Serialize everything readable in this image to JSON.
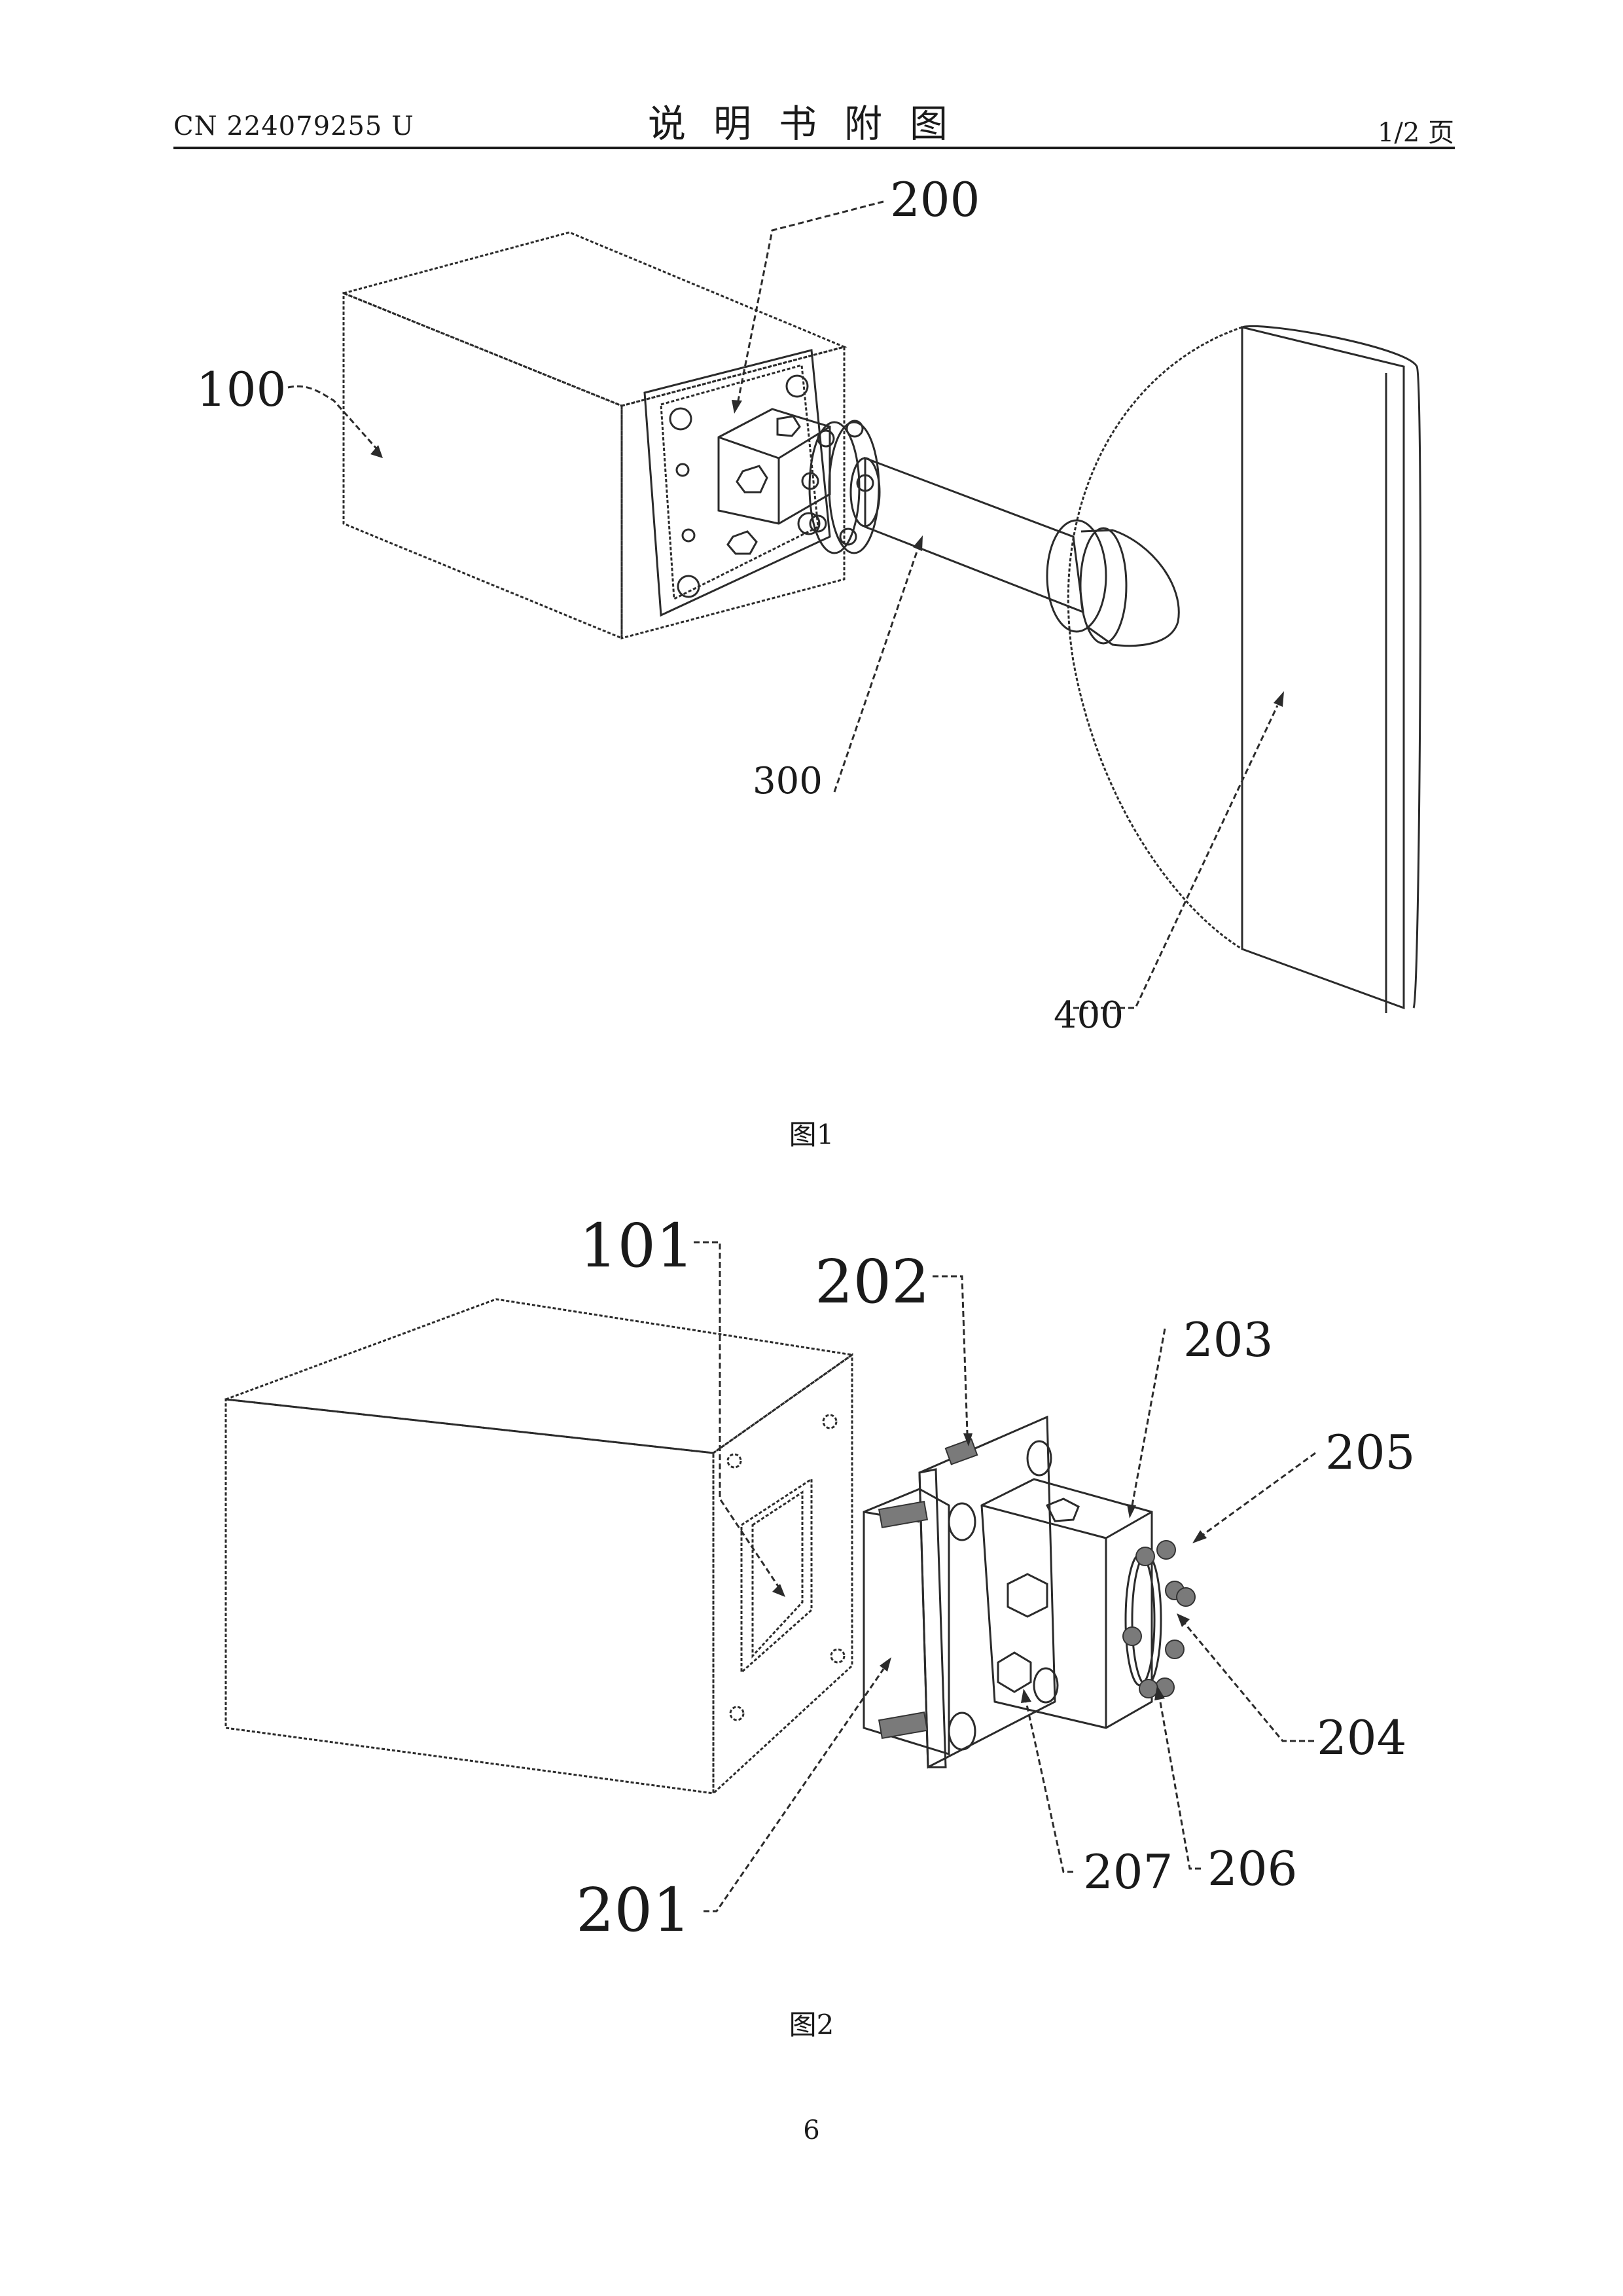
{
  "header": {
    "patent_number": "CN 224079255 U",
    "title": "说明书附图",
    "page_indicator": "1/2 页"
  },
  "figure1": {
    "caption": "图1",
    "labels": {
      "housing": "100",
      "flange": "200",
      "rod": "300",
      "reflector": "400"
    }
  },
  "figure2": {
    "caption": "图2",
    "labels": {
      "opening": "101",
      "base": "201",
      "studs": "202",
      "block": "203",
      "ring": "204",
      "bolts": "205",
      "nuts": "206",
      "hex_screw": "207"
    }
  },
  "footer": {
    "page_number": "6"
  }
}
